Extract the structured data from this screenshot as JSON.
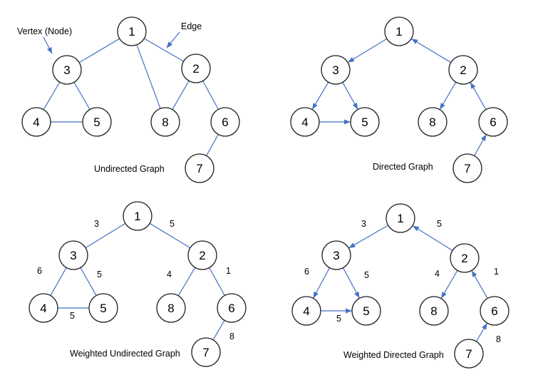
{
  "colors": {
    "edge": "#4472c4",
    "node_stroke": "#1f1f1f",
    "text": "#000000"
  },
  "annotations": {
    "vertex": "Vertex (Node)",
    "edge": "Edge"
  },
  "graphs": [
    {
      "id": "undirected",
      "caption": "Undirected Graph",
      "directed": false,
      "nodes": [
        "1",
        "3",
        "2",
        "4",
        "5",
        "8",
        "6",
        "7"
      ],
      "edges": [
        {
          "from": "1",
          "to": "3"
        },
        {
          "from": "1",
          "to": "2"
        },
        {
          "from": "1",
          "to": "8"
        },
        {
          "from": "3",
          "to": "4"
        },
        {
          "from": "3",
          "to": "5"
        },
        {
          "from": "4",
          "to": "5"
        },
        {
          "from": "2",
          "to": "8"
        },
        {
          "from": "2",
          "to": "6"
        },
        {
          "from": "6",
          "to": "7"
        }
      ]
    },
    {
      "id": "directed",
      "caption": "Directed Graph",
      "directed": true,
      "nodes": [
        "1",
        "3",
        "2",
        "4",
        "5",
        "8",
        "6",
        "7"
      ],
      "edges": [
        {
          "from": "1",
          "to": "3"
        },
        {
          "from": "2",
          "to": "1"
        },
        {
          "from": "3",
          "to": "4"
        },
        {
          "from": "3",
          "to": "5"
        },
        {
          "from": "4",
          "to": "5"
        },
        {
          "from": "2",
          "to": "8"
        },
        {
          "from": "6",
          "to": "2"
        },
        {
          "from": "7",
          "to": "6"
        }
      ]
    },
    {
      "id": "weighted-undirected",
      "caption": "Weighted Undirected Graph",
      "directed": false,
      "nodes": [
        "1",
        "3",
        "2",
        "4",
        "5",
        "8",
        "6",
        "7"
      ],
      "edges": [
        {
          "from": "1",
          "to": "3",
          "weight": "3"
        },
        {
          "from": "1",
          "to": "2",
          "weight": "5"
        },
        {
          "from": "3",
          "to": "4",
          "weight": "6"
        },
        {
          "from": "3",
          "to": "5",
          "weight": "5"
        },
        {
          "from": "4",
          "to": "5",
          "weight": "5"
        },
        {
          "from": "2",
          "to": "8",
          "weight": "4"
        },
        {
          "from": "2",
          "to": "6",
          "weight": "1"
        },
        {
          "from": "6",
          "to": "7",
          "weight": "8"
        }
      ]
    },
    {
      "id": "weighted-directed",
      "caption": "Weighted Directed Graph",
      "directed": true,
      "nodes": [
        "1",
        "3",
        "2",
        "4",
        "5",
        "8",
        "6",
        "7"
      ],
      "edges": [
        {
          "from": "1",
          "to": "3",
          "weight": "3"
        },
        {
          "from": "2",
          "to": "1",
          "weight": "5"
        },
        {
          "from": "3",
          "to": "4",
          "weight": "6"
        },
        {
          "from": "3",
          "to": "5",
          "weight": "5"
        },
        {
          "from": "4",
          "to": "5",
          "weight": "5"
        },
        {
          "from": "2",
          "to": "8",
          "weight": "4"
        },
        {
          "from": "6",
          "to": "2",
          "weight": "1"
        },
        {
          "from": "7",
          "to": "6",
          "weight": "8"
        }
      ]
    }
  ]
}
